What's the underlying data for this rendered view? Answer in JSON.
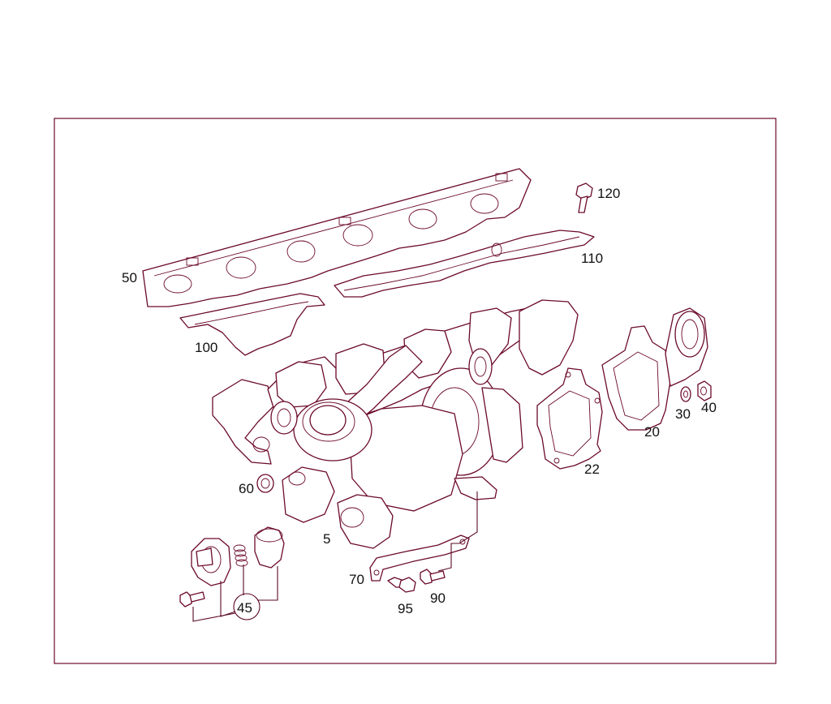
{
  "diagram": {
    "callouts": {
      "c5": "5",
      "c20": "20",
      "c22": "22",
      "c30": "30",
      "c40": "40",
      "c45": "45",
      "c50": "50",
      "c60": "60",
      "c70": "70",
      "c90": "90",
      "c95": "95",
      "c100": "100",
      "c110": "110",
      "c120": "120"
    },
    "colors": {
      "line": "#6b0a2a",
      "text": "#111111",
      "background": "#ffffff"
    }
  }
}
